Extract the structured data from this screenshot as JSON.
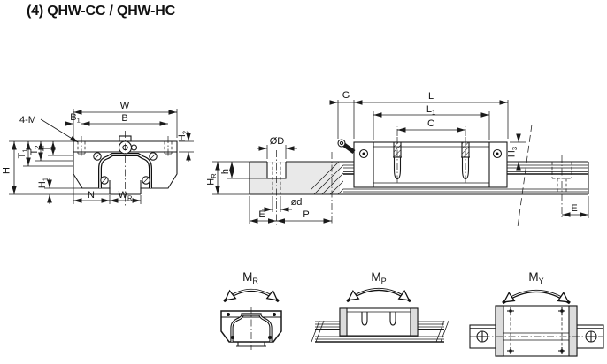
{
  "title": "(4) QHW-CC / QHW-HC",
  "colors": {
    "line": "#1a1a1a",
    "section_fill": "#e9e9e9",
    "background": "#ffffff"
  },
  "front_view": {
    "labels": {
      "four_m": "4-M",
      "w": "W",
      "b": "B",
      "b1_base": "B",
      "b1_sub": "1",
      "h2_base": "H",
      "h2_sub": "2",
      "t1_base": "T",
      "t1_sub": "1",
      "t2_base": "T",
      "t2_sub": "2",
      "t": "T",
      "h": "H",
      "h1_base": "H",
      "h1_sub": "1",
      "n": "N",
      "wr_base": "W",
      "wr_sub": "R"
    }
  },
  "rail_section": {
    "labels": {
      "od": "ØD",
      "od_small": "ød",
      "h": "h",
      "hr_base": "H",
      "hr_sub": "R",
      "e": "E",
      "p": "P"
    }
  },
  "side_view": {
    "labels": {
      "g": "G",
      "l": "L",
      "l1_base": "L",
      "l1_sub": "1",
      "c": "C",
      "h3_base": "H",
      "h3_sub": "3",
      "e": "E"
    }
  },
  "moments": {
    "roll_base": "M",
    "roll_sub": "R",
    "pitch_base": "M",
    "pitch_sub": "P",
    "yaw_base": "M",
    "yaw_sub": "Y"
  }
}
